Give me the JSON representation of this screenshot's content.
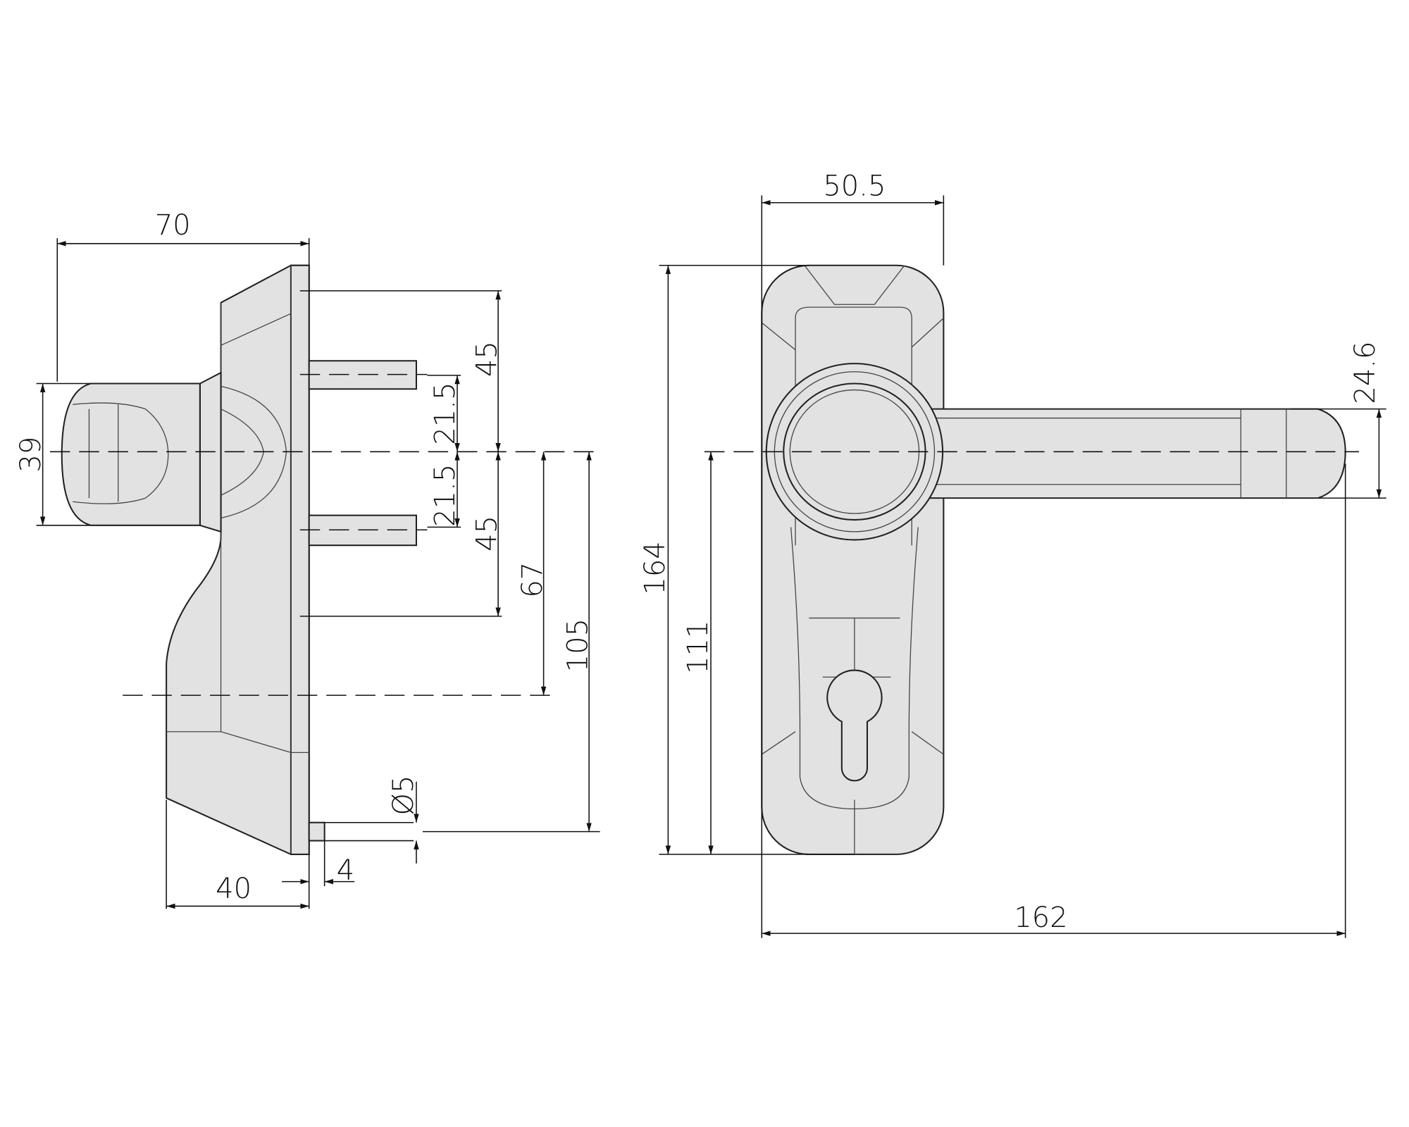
{
  "title": "Door handle technical drawing",
  "side_view": {
    "dims": {
      "overall_depth": "70",
      "knob_diameter": "39",
      "upper_fixing_spacing": "45",
      "upper_pin_offset": "21.5",
      "lower_pin_offset": "21.5",
      "lower_fixing_spacing": "45",
      "cylinder_offset": "67",
      "bottom_pin_offset": "105",
      "pin_diameter": "Ø5",
      "pin_length": "4",
      "body_depth": "40"
    }
  },
  "front_view": {
    "dims": {
      "plate_width": "50.5",
      "plate_height": "164",
      "lever_axis_height": "111",
      "lever_thickness": "24.6",
      "lever_reach": "162"
    }
  },
  "colors": {
    "part_fill": "#e2e2e2",
    "line": "#222222"
  }
}
